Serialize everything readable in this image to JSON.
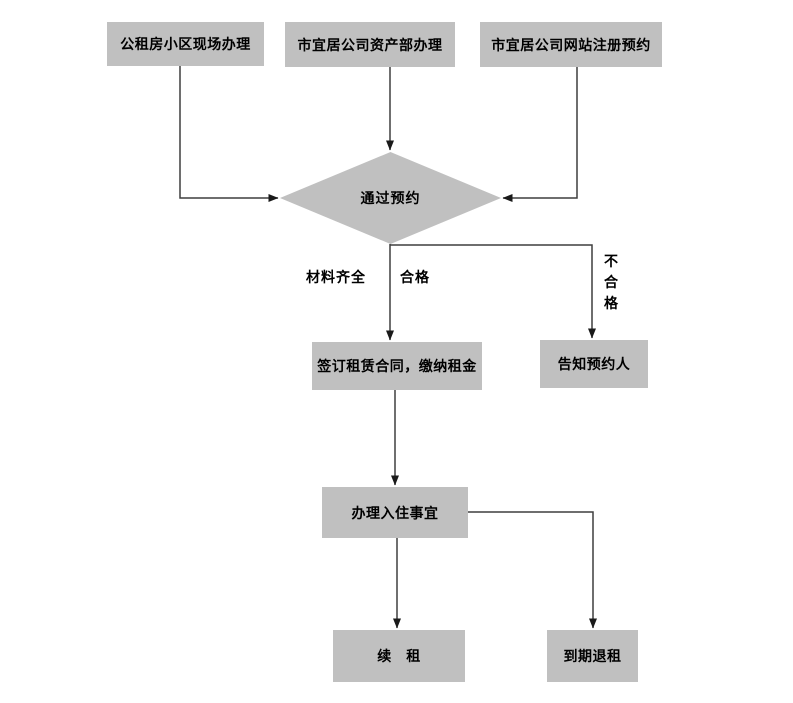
{
  "diagram": {
    "type": "flowchart",
    "nodes": {
      "onsite": {
        "label": "公租房小区现场办理"
      },
      "assets": {
        "label": "市宜居公司资产部办理"
      },
      "website": {
        "label": "市宜居公司网站注册预约"
      },
      "decision": {
        "label": "通过预约"
      },
      "sign": {
        "label": "签订租赁合同，缴纳租金"
      },
      "notify": {
        "label": "告知预约人"
      },
      "checkin": {
        "label": "办理入住事宜"
      },
      "renew": {
        "label": "续　租"
      },
      "expire": {
        "label": "到期退租"
      }
    },
    "edge_labels": {
      "materials_complete": "材料齐全",
      "qualified": "合格",
      "unqualified": "不合格"
    },
    "colors": {
      "node_fill": "#c0c0c0",
      "connector": "#3f3f3f",
      "arrowhead": "#1a1a1a",
      "text": "#000000",
      "background": "#ffffff"
    }
  }
}
